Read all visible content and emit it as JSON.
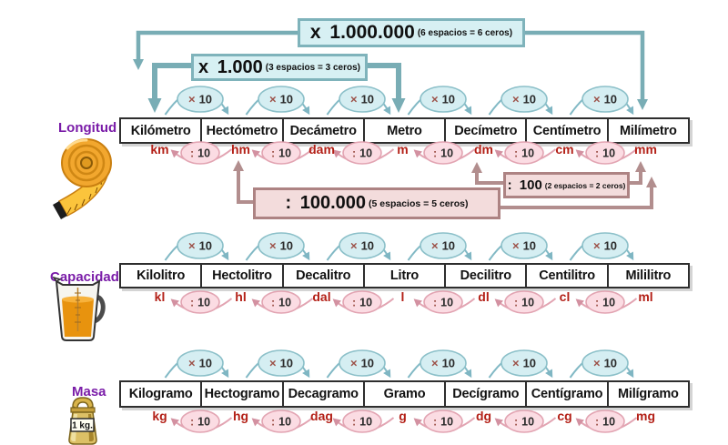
{
  "banners": {
    "multiply_million": {
      "label": "x 1.000.000",
      "note": "(6 espacios = 6 ceros)"
    },
    "multiply_thousand": {
      "label": "x 1.000",
      "note": "(3 espacios = 3 ceros)"
    },
    "divide_hundred_thousand": {
      "label": ": 100.000",
      "note": "(5 espacios = 5 ceros)"
    },
    "divide_hundred": {
      "label": ": 100",
      "note": "(2 espacios = 2 ceros)"
    }
  },
  "operators": {
    "multiply_sign": "×",
    "divide_sign": ":",
    "factor": "10"
  },
  "rows": [
    {
      "label": "Longitud",
      "icon": "tape-measure-icon",
      "units": [
        {
          "name": "Kilómetro",
          "abbr": "km"
        },
        {
          "name": "Hectómetro",
          "abbr": "hm"
        },
        {
          "name": "Decámetro",
          "abbr": "dam"
        },
        {
          "name": "Metro",
          "abbr": "m"
        },
        {
          "name": "Decímetro",
          "abbr": "dm"
        },
        {
          "name": "Centímetro",
          "abbr": "cm"
        },
        {
          "name": "Milímetro",
          "abbr": "mm"
        }
      ]
    },
    {
      "label": "Capacidad",
      "icon": "measuring-jug-icon",
      "units": [
        {
          "name": "Kilolitro",
          "abbr": "kl"
        },
        {
          "name": "Hectolitro",
          "abbr": "hl"
        },
        {
          "name": "Decalitro",
          "abbr": "dal"
        },
        {
          "name": "Litro",
          "abbr": "l"
        },
        {
          "name": "Decilitro",
          "abbr": "dl"
        },
        {
          "name": "Centilitro",
          "abbr": "cl"
        },
        {
          "name": "Mililitro",
          "abbr": "ml"
        }
      ]
    },
    {
      "label": "Masa",
      "icon": "weight-icon",
      "weight_label": "1 kg.",
      "units": [
        {
          "name": "Kilogramo",
          "abbr": "kg"
        },
        {
          "name": "Hectogramo",
          "abbr": "hg"
        },
        {
          "name": "Decagramo",
          "abbr": "dag"
        },
        {
          "name": "Gramo",
          "abbr": "g"
        },
        {
          "name": "Decígramo",
          "abbr": "dg"
        },
        {
          "name": "Centígramo",
          "abbr": "cg"
        },
        {
          "name": "Milígramo",
          "abbr": "mg"
        }
      ]
    }
  ],
  "colors": {
    "teal_line": "#79adb5",
    "teal_banner_fill": "#d7f0f3",
    "mauve_line": "#b28e8e",
    "pink_banner_fill": "#f3dcdc",
    "multiply_badge_fill": "#d5eef2",
    "divide_badge_fill": "#fbdce3",
    "abbr_red": "#b32017",
    "label_purple": "#7a1ca8"
  }
}
